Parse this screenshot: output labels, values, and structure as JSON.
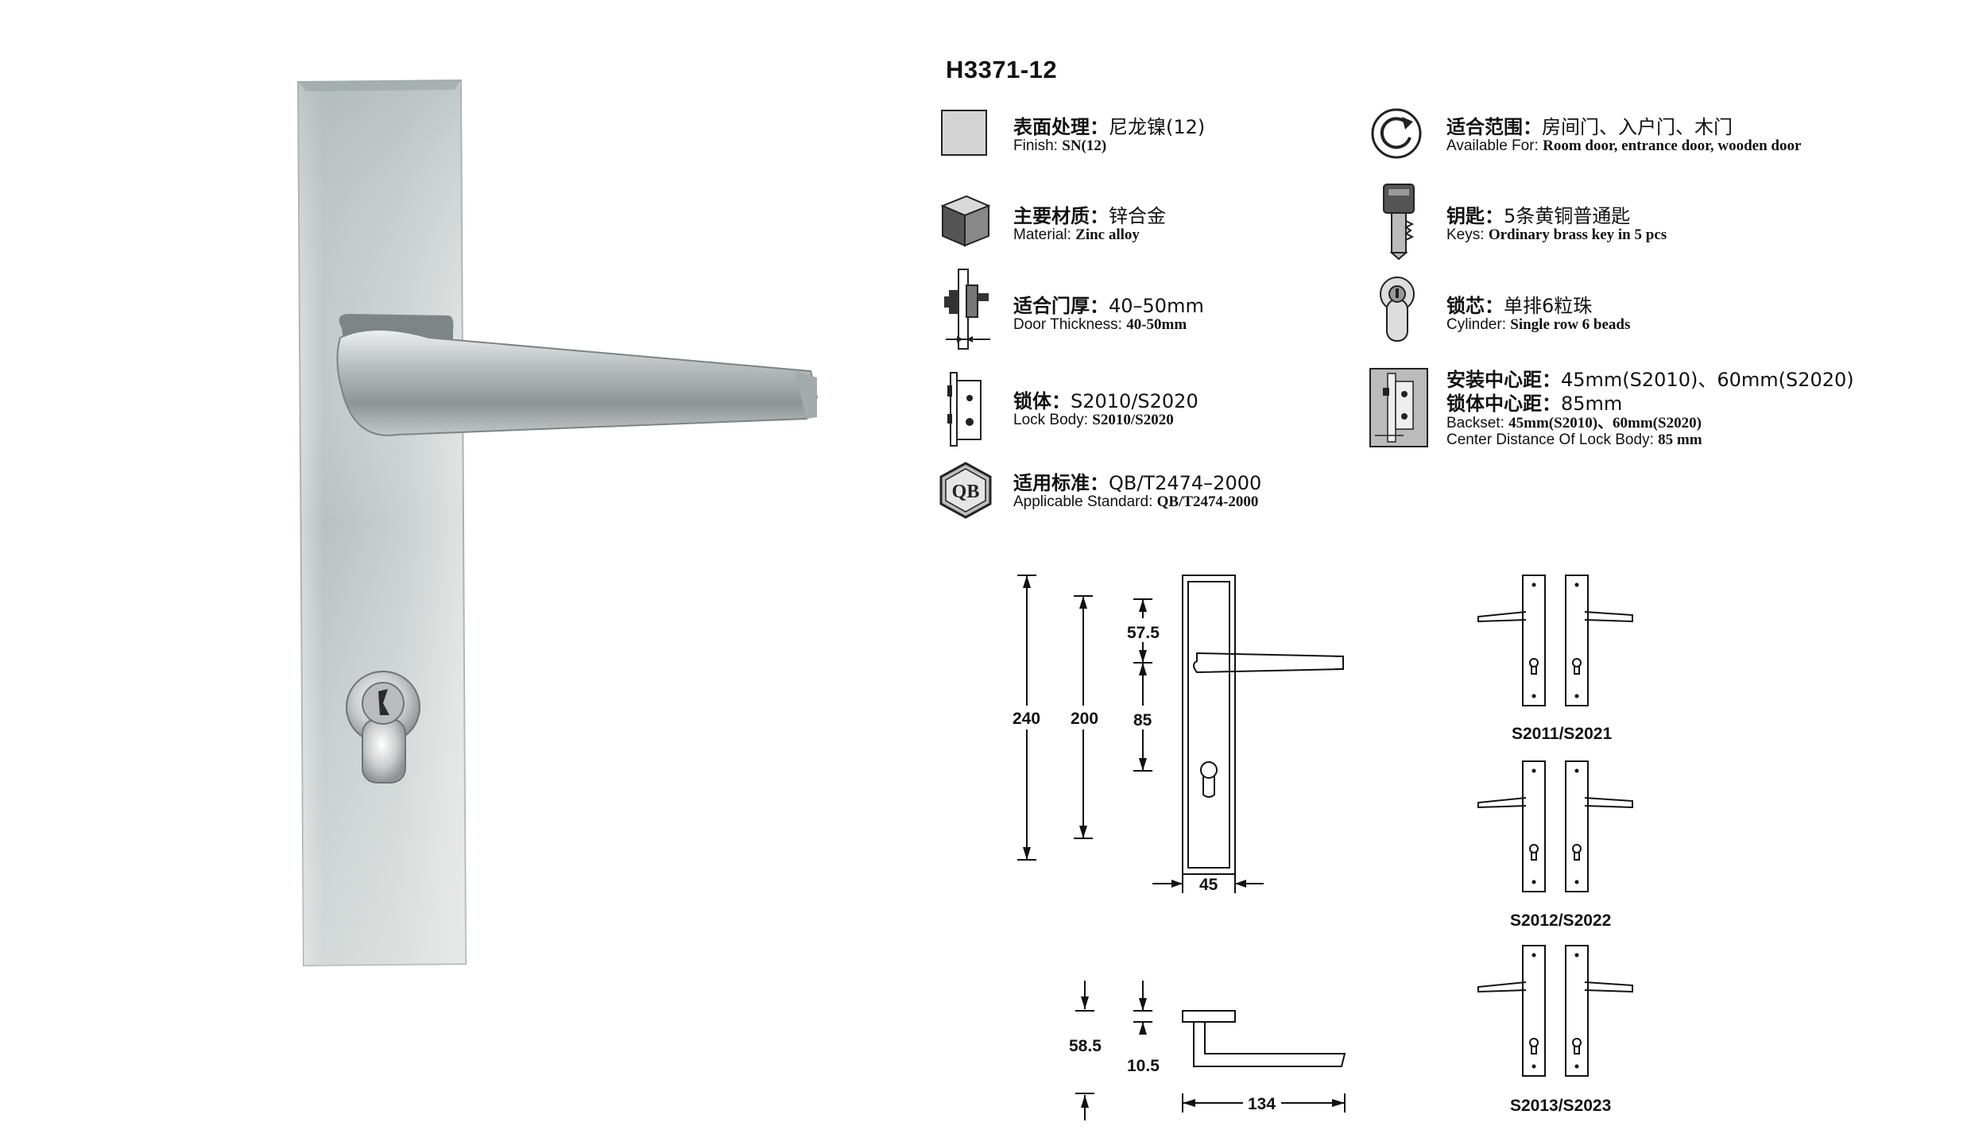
{
  "model": "H3371-12",
  "specs": {
    "finish": {
      "cn_key": "表面处理：",
      "cn_val": "尼龙镍(12)",
      "en_key": "Finish: ",
      "en_val": "SN(12)"
    },
    "range": {
      "cn_key": "适合范围：",
      "cn_val": "房间门、入户门、木门",
      "en_key": "Available For: ",
      "en_val": "Room door, entrance door, wooden door"
    },
    "material": {
      "cn_key": "主要材质：",
      "cn_val": "锌合金",
      "en_key": "Material: ",
      "en_val": "Zinc alloy"
    },
    "keys": {
      "cn_key": "钥匙：",
      "cn_val": "5条黄铜普通匙",
      "en_key": "Keys: ",
      "en_val": "Ordinary brass key in 5 pcs"
    },
    "thickness": {
      "cn_key": "适合门厚：",
      "cn_val": "40–50mm",
      "en_key": "Door Thickness: ",
      "en_val": "40-50mm"
    },
    "cylinder": {
      "cn_key": "锁芯：",
      "cn_val": "单排6粒珠",
      "en_key": "Cylinder: ",
      "en_val": "Single row 6 beads"
    },
    "lockbody": {
      "cn_key": "锁体：",
      "cn_val": "S2010/S2020",
      "en_key": "Lock Body: ",
      "en_val": "S2010/S2020"
    },
    "backset": {
      "cn_key": "安装中心距：",
      "cn_val": "45mm(S2010)、60mm(S2020)",
      "cn_key2": "锁体中心距：",
      "cn_val2": "85mm",
      "en_key": "Backset: ",
      "en_val": "45mm(S2010)、60mm(S2020)",
      "en_key2": "Center Distance Of Lock Body: ",
      "en_val2": "85 mm"
    },
    "standard": {
      "cn_key": "适用标准：",
      "cn_val": "QB/T2474–2000",
      "en_key": "Applicable Standard: ",
      "en_val": "QB/T2474-2000",
      "badge": "QB"
    }
  },
  "dimensions": {
    "overall_height": "240",
    "hole_span": "200",
    "handle_to_top": "57.5",
    "center_distance": "85",
    "plate_width": "45",
    "handle_projection": "58.5",
    "handle_thickness": "10.5",
    "handle_length": "134"
  },
  "variants": [
    "S2011/S2021",
    "S2012/S2022",
    "S2013/S2023"
  ],
  "colors": {
    "finish_swatch": "#d4d4d4",
    "plate": "#c9d0cf",
    "line": "#111111"
  }
}
